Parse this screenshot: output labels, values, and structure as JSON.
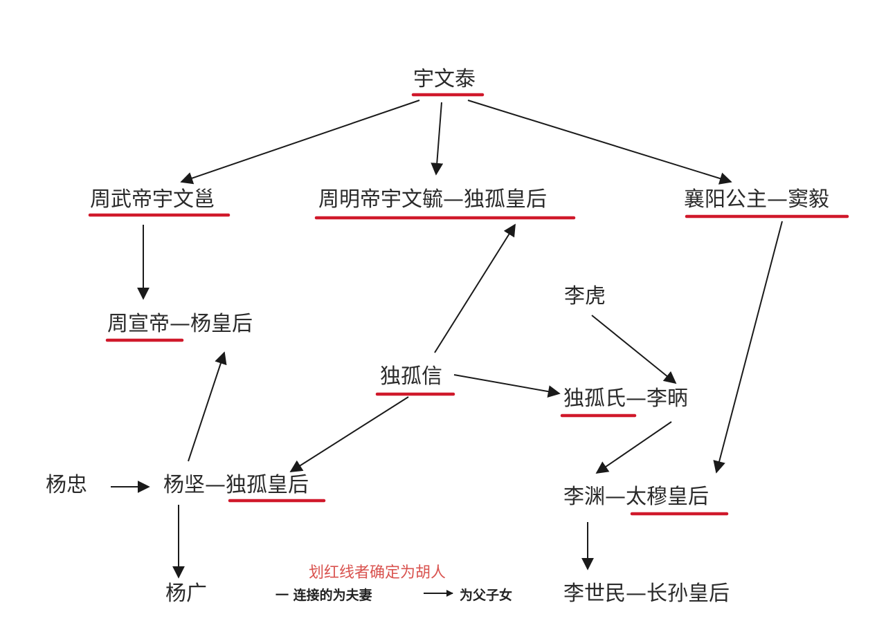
{
  "nodes": {
    "yuwen_tai": "宇文泰",
    "zhou_wudi": "周武帝宇文邕",
    "zhou_mingdi": "周明帝宇文毓—独孤皇后",
    "xiangyang": "襄阳公主—窦毅",
    "zhou_xuandi": "周宣帝—杨皇后",
    "li_hu": "李虎",
    "dugu_xin": "独孤信",
    "dugu_shi": "独孤氏—李昞",
    "yang_zhong": "杨忠",
    "yang_jian": "杨坚—独孤皇后",
    "li_yuan": "李渊—太穆皇后",
    "yang_guang": "杨广",
    "li_shimin": "李世民—长孙皇后"
  },
  "legend": {
    "red_note": "划红线者确定为胡人",
    "spouse_note": "一 连接的为夫妻",
    "parent_note": "为父子女"
  },
  "colors": {
    "underline": "#d0192b",
    "arrow": "#1a1a1a",
    "text": "#2a2a2a",
    "legend_red": "#d9534f"
  }
}
